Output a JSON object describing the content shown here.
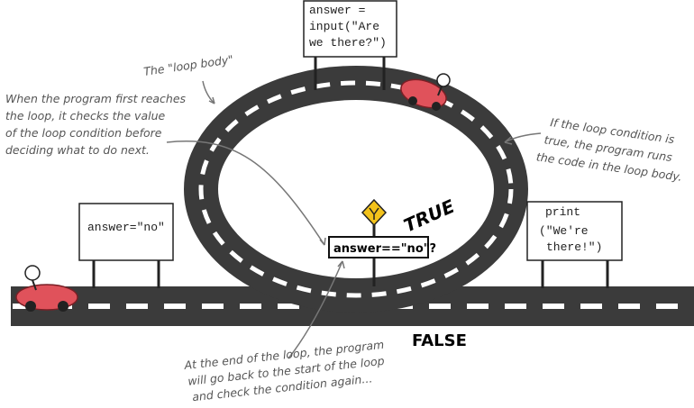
{
  "signs": {
    "top": [
      "answer =",
      "input(\"Are",
      "we there?\")"
    ],
    "left": "answer=\"no\"",
    "right": [
      "print",
      "(\"We're",
      "there!\")"
    ],
    "condition": "answer==\"no\"?"
  },
  "labels": {
    "true_label": "TRUE",
    "false_label": "FALSE"
  },
  "annotations": {
    "loop_body": "The \"loop body\"",
    "first_reach": [
      "When the program first reaches",
      "the loop, it checks the value",
      "of the loop condition before",
      "deciding what to do next."
    ],
    "condition_true": [
      "If the loop condition is",
      "true, the program runs",
      "the code in the loop body."
    ],
    "end_of_loop": [
      "At the end of the loop, the program",
      "will go back to the start of the loop",
      "and check the condition again..."
    ]
  },
  "colors": {
    "road": "#3b3b3b",
    "dash": "#ffffff",
    "car": "#e0525b",
    "sign_post": "#222222",
    "yield_sign": "#f2c21b"
  }
}
